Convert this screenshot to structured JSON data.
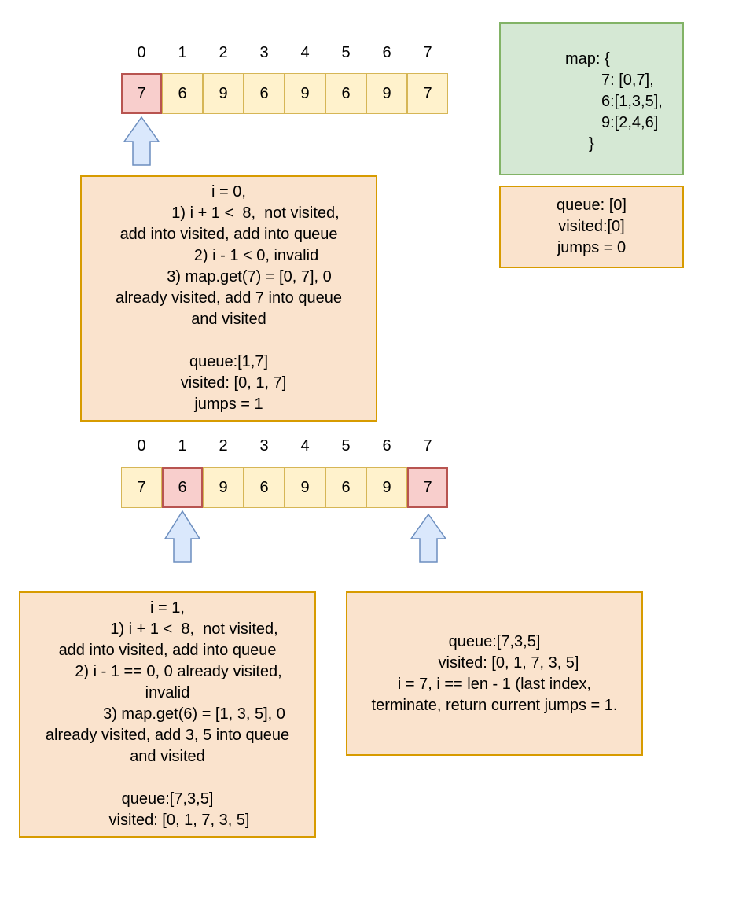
{
  "colors": {
    "cell_fill": "#fff2cc",
    "cell_border": "#d6b656",
    "highlight_fill": "#f8cecc",
    "highlight_border": "#b85450",
    "note_fill": "#fae3cd",
    "note_border": "#d79b00",
    "map_fill": "#d5e8d4",
    "map_border": "#82b366",
    "arrow_fill": "#dae8fc",
    "arrow_border": "#6c8ebf"
  },
  "array1": {
    "indices": [
      "0",
      "1",
      "2",
      "3",
      "4",
      "5",
      "6",
      "7"
    ],
    "values": [
      "7",
      "6",
      "9",
      "6",
      "9",
      "6",
      "9",
      "7"
    ],
    "highlighted": [
      0
    ]
  },
  "array2": {
    "indices": [
      "0",
      "1",
      "2",
      "3",
      "4",
      "5",
      "6",
      "7"
    ],
    "values": [
      "7",
      "6",
      "9",
      "6",
      "9",
      "6",
      "9",
      "7"
    ],
    "highlighted": [
      1,
      7
    ]
  },
  "map_box": {
    "lines": [
      "map: {",
      "7: [0,7],",
      "6:[1,3,5],",
      "9:[2,4,6]",
      "}"
    ]
  },
  "state_box": {
    "lines": [
      "queue: [0]",
      "visited:[0]",
      "jumps = 0"
    ]
  },
  "step1_box": {
    "lines": [
      "i = 0,",
      "1) i + 1 <  8,  not visited,",
      "add into visited, add into queue",
      "2) i - 1 < 0, invalid",
      "3) map.get(7) = [0, 7], 0",
      "already visited, add 7 into queue",
      "and visited",
      "",
      "queue:[1,7]",
      "visited: [0, 1, 7]",
      "jumps = 1"
    ]
  },
  "step2_box": {
    "lines": [
      "i = 1,",
      "1) i + 1 <  8,  not visited,",
      "add into visited, add into queue",
      "2) i - 1 == 0, 0 already visited,",
      "invalid",
      "3) map.get(6) = [1, 3, 5], 0",
      "already visited, add 3, 5 into queue",
      "and visited",
      "",
      "queue:[7,3,5]",
      "visited: [0, 1, 7, 3, 5]"
    ]
  },
  "step3_box": {
    "lines": [
      "queue:[7,3,5]",
      "visited: [0, 1, 7, 3, 5]",
      "i = 7, i == len - 1 (last index,",
      "terminate, return current jumps = 1."
    ]
  }
}
